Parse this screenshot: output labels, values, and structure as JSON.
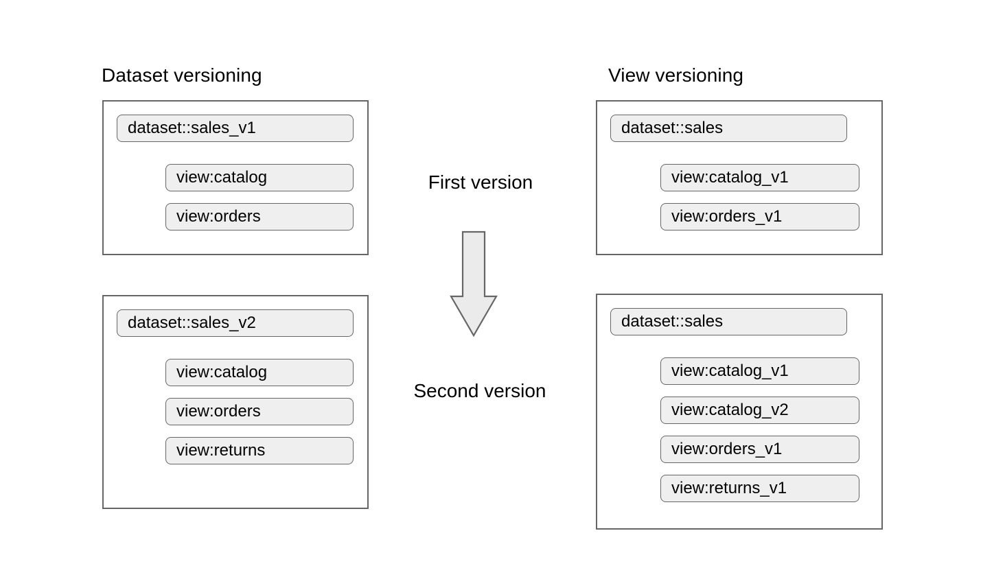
{
  "diagram": {
    "columns": [
      {
        "id": "dataset-versioning",
        "title": "Dataset versioning",
        "groups": [
          {
            "id": "dataset-v1",
            "stage": "First version",
            "dataset": "dataset::sales_v1",
            "views": [
              "view:catalog",
              "view:orders"
            ]
          },
          {
            "id": "dataset-v2",
            "stage": "Second version",
            "dataset": "dataset::sales_v2",
            "views": [
              "view:catalog",
              "view:orders",
              "view:returns"
            ]
          }
        ]
      },
      {
        "id": "view-versioning",
        "title": "View versioning",
        "groups": [
          {
            "id": "view-v1",
            "stage": "First version",
            "dataset": "dataset::sales",
            "views": [
              "view:catalog_v1",
              "view:orders_v1"
            ]
          },
          {
            "id": "view-v2",
            "stage": "Second version",
            "dataset": "dataset::sales",
            "views": [
              "view:catalog_v1",
              "view:catalog_v2",
              "view:orders_v1",
              "view:returns_v1"
            ]
          }
        ]
      }
    ],
    "timeline": {
      "first_label": "First version",
      "second_label": "Second version",
      "arrow_icon": "arrow-down-icon"
    },
    "colors": {
      "pill_fill": "#efefef",
      "pill_border": "#666666",
      "box_border": "#666666",
      "arrow_fill": "#ebebeb",
      "arrow_border": "#666666",
      "background": "#ffffff",
      "text": "#000000"
    }
  }
}
